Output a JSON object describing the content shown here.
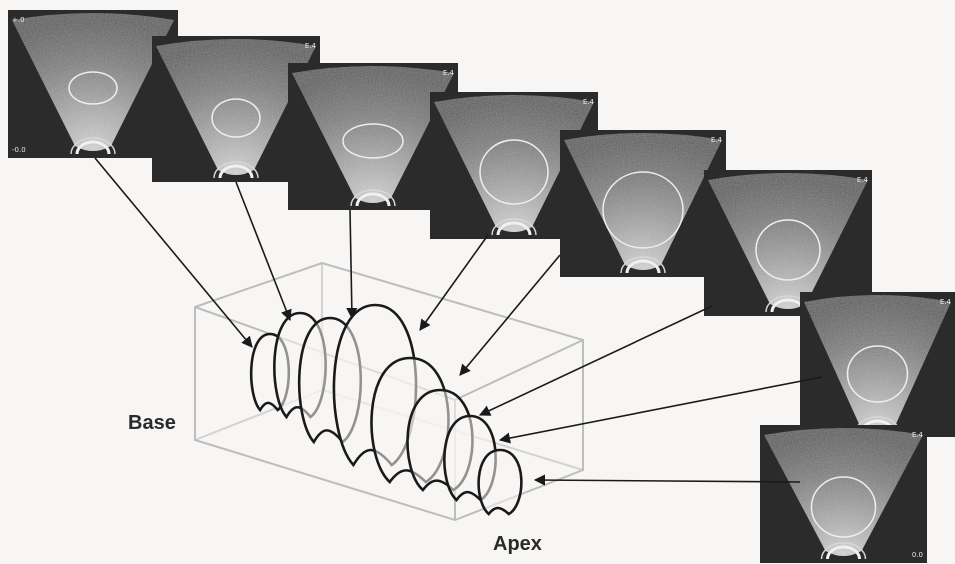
{
  "labels": {
    "base": "Base",
    "apex": "Apex"
  },
  "ultrasound_frames": [
    {
      "id": "frame-1",
      "top_left_marker": "+.0",
      "top_right_marker": "",
      "bottom_left_marker": "-0.0",
      "bottom_right_marker": ""
    },
    {
      "id": "frame-2",
      "top_left_marker": "",
      "top_right_marker": "E.4",
      "bottom_left_marker": "",
      "bottom_right_marker": ""
    },
    {
      "id": "frame-3",
      "top_left_marker": "",
      "top_right_marker": "E.4",
      "bottom_left_marker": "",
      "bottom_right_marker": ""
    },
    {
      "id": "frame-4",
      "top_left_marker": "",
      "top_right_marker": "E.4",
      "bottom_left_marker": "",
      "bottom_right_marker": ""
    },
    {
      "id": "frame-5",
      "top_left_marker": "",
      "top_right_marker": "E.4",
      "bottom_left_marker": "",
      "bottom_right_marker": ""
    },
    {
      "id": "frame-6",
      "top_left_marker": "",
      "top_right_marker": "E.4",
      "bottom_left_marker": "",
      "bottom_right_marker": ""
    },
    {
      "id": "frame-7",
      "top_left_marker": "",
      "top_right_marker": "E.4",
      "bottom_left_marker": "",
      "bottom_right_marker": ""
    },
    {
      "id": "frame-8",
      "top_left_marker": "",
      "top_right_marker": "E.4",
      "bottom_left_marker": "",
      "bottom_right_marker": "0.0"
    }
  ],
  "colors": {
    "background": "#f7f6f4",
    "frame_border": "#3a3a3a",
    "ultrasound_dark": "#2b2b2b",
    "ultrasound_light": "#bdbdbd",
    "contour": "#1a1a1a",
    "box_edge": "#bdbdbd",
    "arrow": "#1a1a1a"
  }
}
